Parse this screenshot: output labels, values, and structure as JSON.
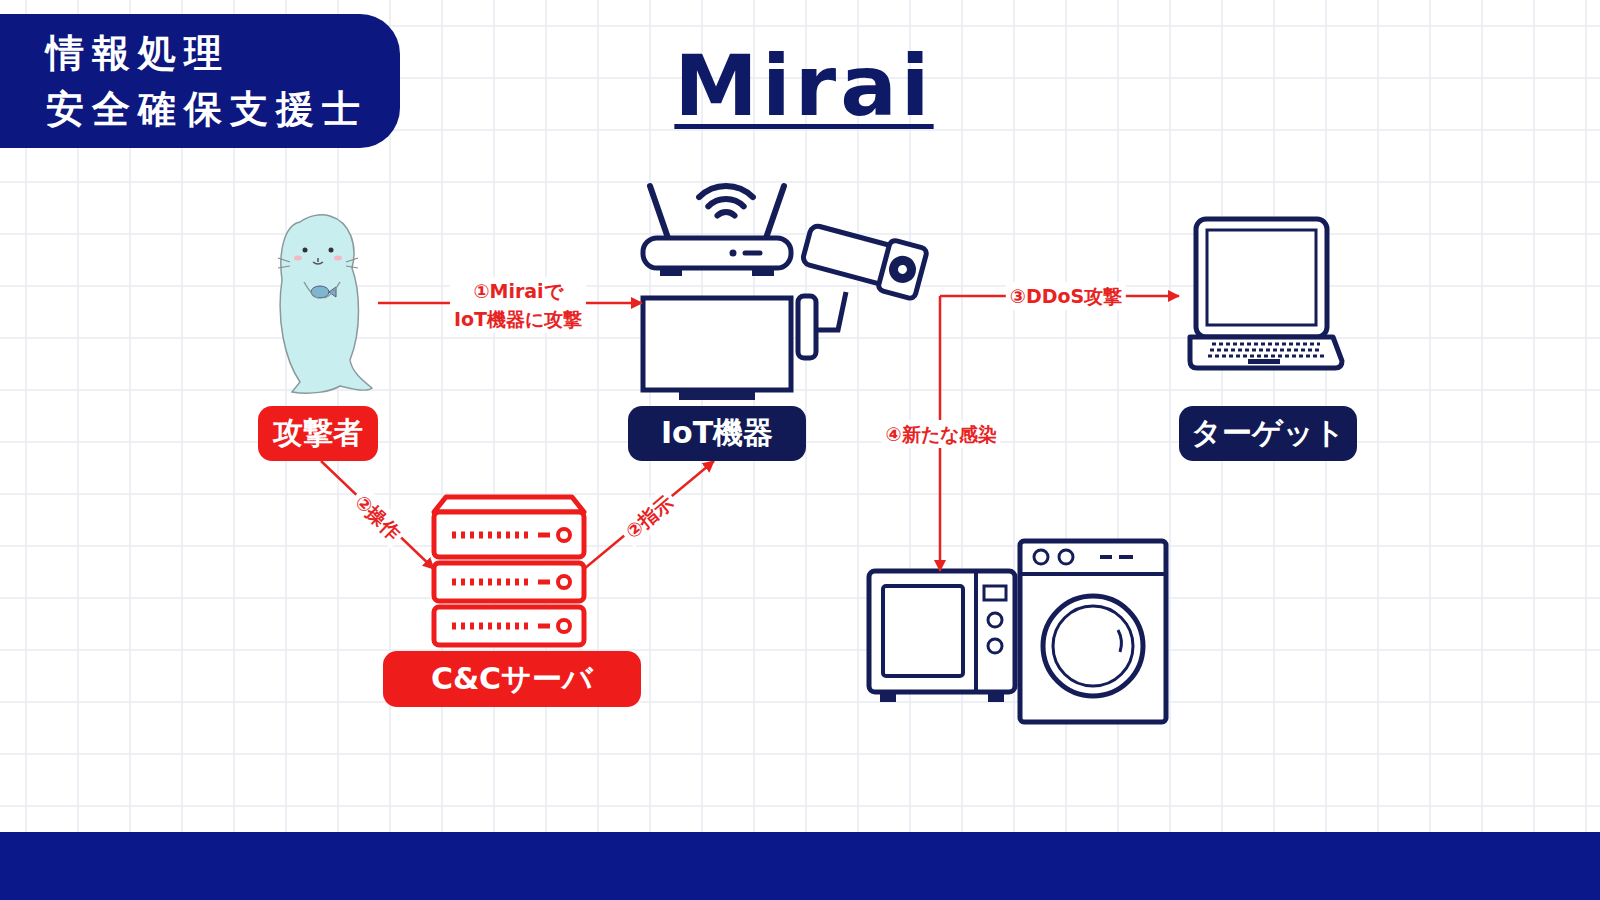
{
  "diagram": {
    "title": "Mirai",
    "nodes": [
      {
        "text": [
          "情報処理 安全確保支援士"
        ]
      },
      {
        "text": [
          "攻撃者"
        ]
      },
      {
        "text": [
          "IoT機器"
        ]
      },
      {
        "text": [
          "ターゲット"
        ]
      },
      {
        "text": [
          "C&Cサーバ"
        ]
      }
    ],
    "edges": [
      {
        "from": 1,
        "to": 2,
        "arrow": "to",
        "label": "①Miraiで IoT機器に攻撃"
      },
      {
        "from": 1,
        "to": 4,
        "arrow": "to",
        "label": "②操作"
      },
      {
        "from": 4,
        "to": 2,
        "arrow": "to",
        "label": "②指示"
      },
      {
        "from": 2,
        "to": 3,
        "arrow": "to",
        "label": "③DDoS攻撃"
      }
    ],
    "labels": [
      "④新たな感染"
    ]
  }
}
